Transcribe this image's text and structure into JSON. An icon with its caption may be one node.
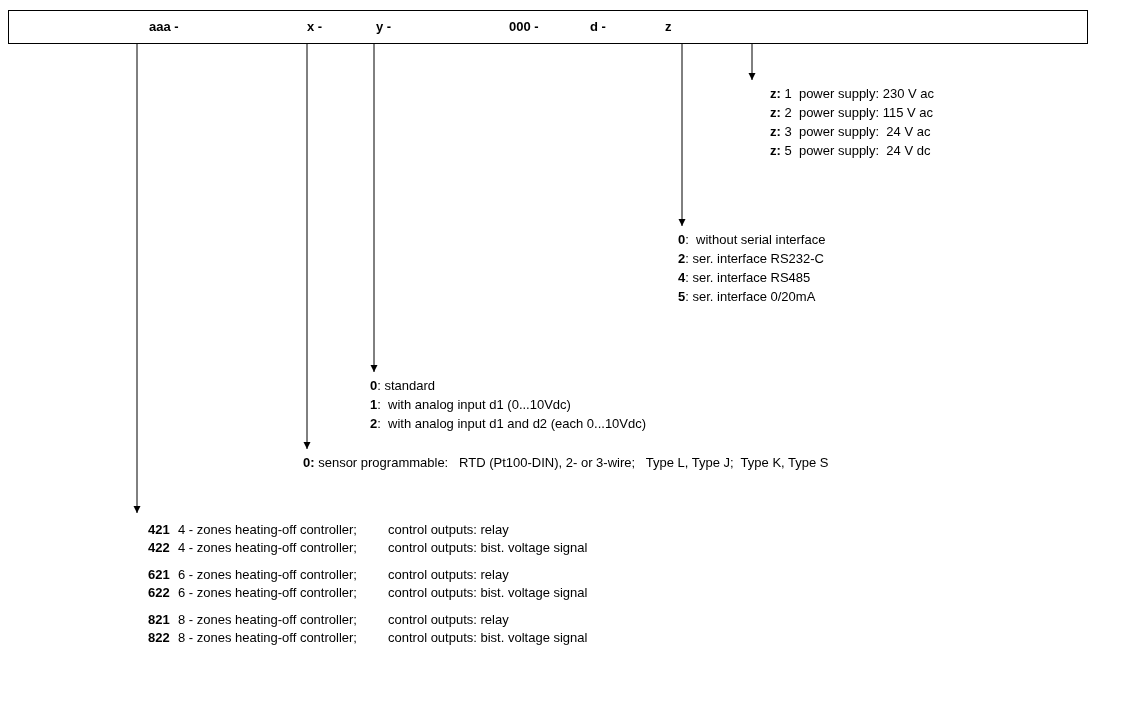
{
  "diagram": {
    "nodes": [
      {
        "text": [
          "aaa -",
          "x -",
          "y -",
          "000 -",
          "d -",
          "z"
        ]
      },
      {
        "text": [
          "**z:** 1  power supply: 230 V ac",
          "**z:** 2  power supply: 115 V ac",
          "**z:** 3  power supply:  24 V ac",
          "**z:** 5  power supply:  24 V dc"
        ]
      },
      {
        "text": [
          "**0**:  without serial interface",
          "**2**: ser. interface RS232-C",
          "**4**: ser. interface RS485",
          "**5**: ser. interface 0/20mA"
        ]
      },
      {
        "text": [
          "**0**: standard",
          "**1**:  with analog input d1 (0...10Vdc)",
          "**2**:  with analog input d1 and d2 (each 0...10Vdc)"
        ]
      },
      {
        "text": [
          "**0:** sensor programmable:   RTD (Pt100-DIN), 2- or 3-wire;   Type L, Type J;  Type K, Type S"
        ]
      },
      {
        "text": [
          "421",
          "4 - zones heating-off controller;",
          "control outputs: relay",
          "422",
          "4 - zones heating-off controller;",
          "control outputs: bist. voltage signal",
          "621",
          "6 - zones heating-off controller;",
          "control outputs: relay",
          "622",
          "6 - zones heating-off controller;",
          "control outputs: bist. voltage signal",
          "821",
          "8 - zones heating-off controller;",
          "control outputs: relay",
          "822",
          "8 - zones heating-off controller;",
          "control outputs: bist. voltage signal"
        ]
      }
    ],
    "edges": [
      {
        "from": 0,
        "to": 5,
        "arrow": "to"
      },
      {
        "from": 0,
        "to": 4,
        "arrow": "to"
      },
      {
        "from": 0,
        "to": 3,
        "arrow": "to"
      },
      {
        "from": 0,
        "to": 2,
        "arrow": "to"
      },
      {
        "from": 0,
        "to": 1,
        "arrow": "to"
      }
    ]
  }
}
